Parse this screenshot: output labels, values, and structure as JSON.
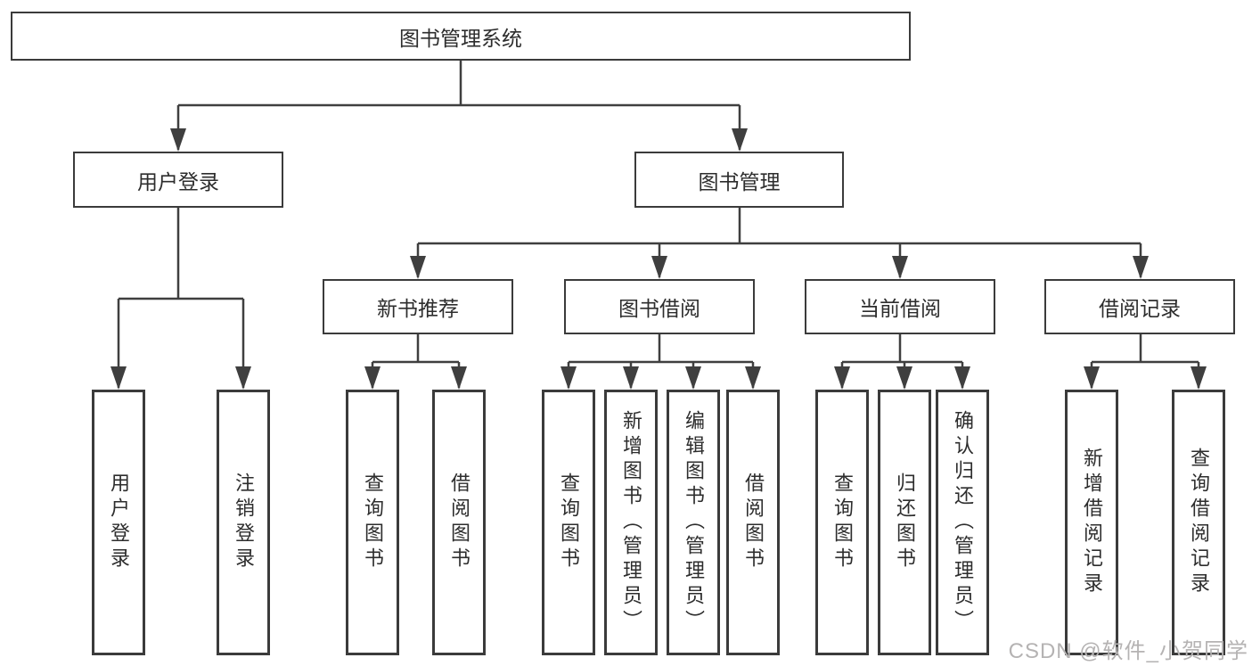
{
  "tree": {
    "root": {
      "label": "图书管理系统"
    },
    "children": [
      {
        "label": "用户登录",
        "children": [
          {
            "label": "用户登录"
          },
          {
            "label": "注销登录"
          }
        ]
      },
      {
        "label": "图书管理",
        "children": [
          {
            "label": "新书推荐",
            "children": [
              {
                "label": "查询图书"
              },
              {
                "label": "借阅图书"
              }
            ]
          },
          {
            "label": "图书借阅",
            "children": [
              {
                "label": "查询图书"
              },
              {
                "label": "新增图书（管理员）"
              },
              {
                "label": "编辑图书（管理员）"
              },
              {
                "label": "借阅图书"
              }
            ]
          },
          {
            "label": "当前借阅",
            "children": [
              {
                "label": "查询图书"
              },
              {
                "label": "归还图书"
              },
              {
                "label": "确认归还（管理员）"
              }
            ]
          },
          {
            "label": "借阅记录",
            "children": [
              {
                "label": "新增借阅记录"
              },
              {
                "label": "查询借阅记录"
              }
            ]
          }
        ]
      }
    ]
  },
  "watermark": {
    "text": "CSDN @软件_小贺同学"
  },
  "colors": {
    "line": "#3f3f3f",
    "border": "#3b3b3b",
    "text": "#2d2d2d",
    "watermark": "#b5b3b3",
    "background": "#ffffff"
  }
}
